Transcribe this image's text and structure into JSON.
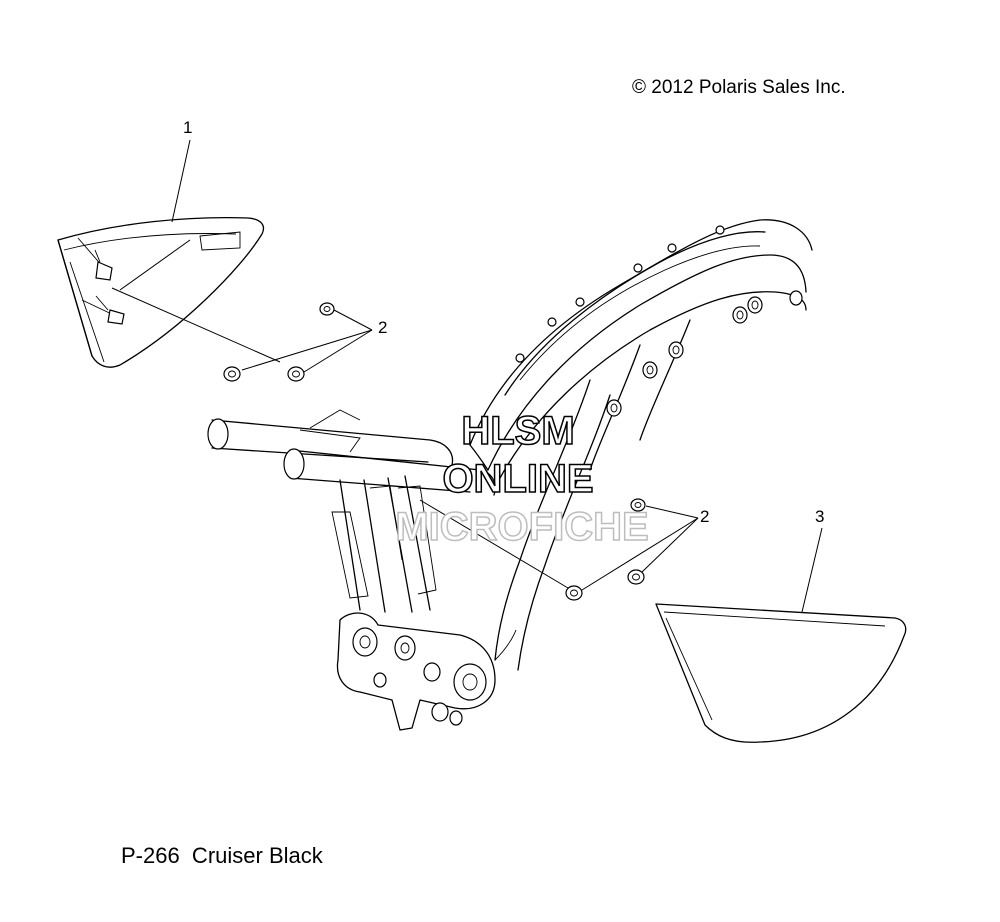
{
  "copyright": "© 2012 Polaris Sales Inc.",
  "caption": "P-266  Cruiser Black",
  "watermark": [
    "HLSM",
    "ONLINE",
    "MICROFICHE"
  ],
  "callouts": [
    "1",
    "2",
    "2",
    "3"
  ]
}
